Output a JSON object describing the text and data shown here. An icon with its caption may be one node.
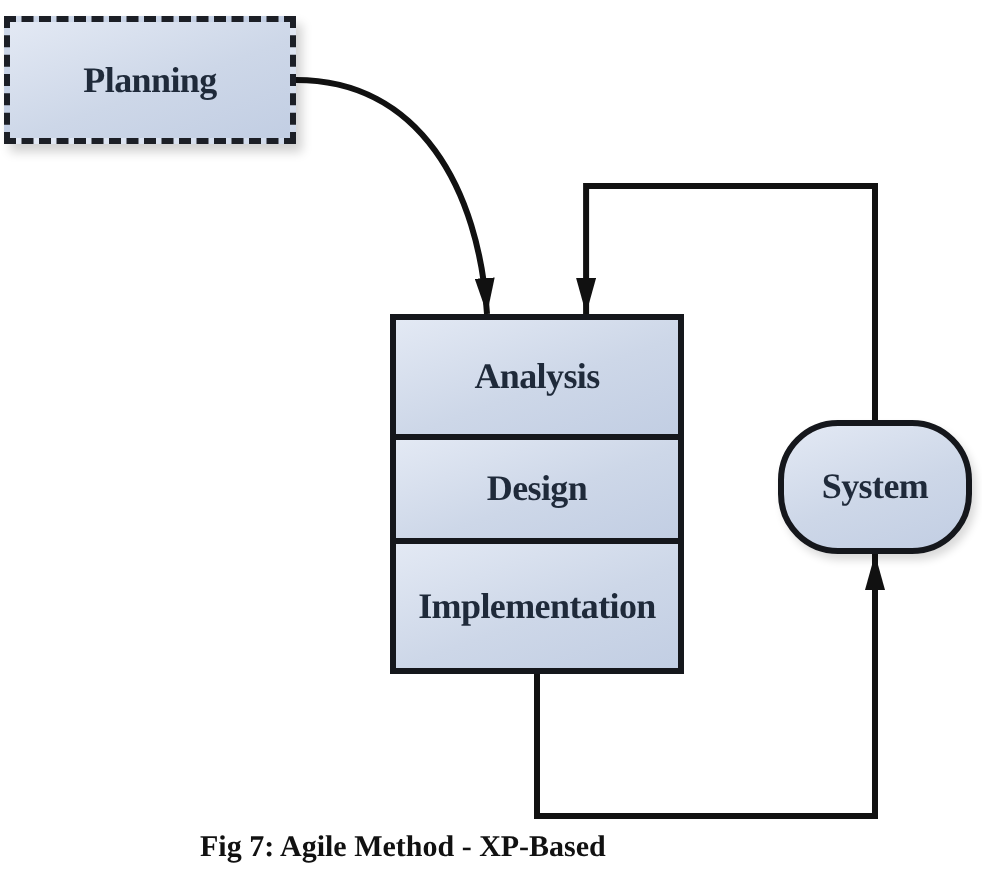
{
  "diagram": {
    "caption": "Fig 7: Agile Method - XP-Based",
    "nodes": [
      {
        "text": [
          "Planning"
        ]
      },
      {
        "text": [
          "Analysis"
        ]
      },
      {
        "text": [
          "Design"
        ]
      },
      {
        "text": [
          "Implementation"
        ]
      },
      {
        "text": [
          "System"
        ]
      }
    ],
    "edges": [
      {
        "from": 0,
        "to": 1,
        "arrow": "to"
      },
      {
        "from": 4,
        "to": 1,
        "arrow": "to"
      },
      {
        "from": 3,
        "to": 4,
        "arrow": "to"
      }
    ]
  }
}
